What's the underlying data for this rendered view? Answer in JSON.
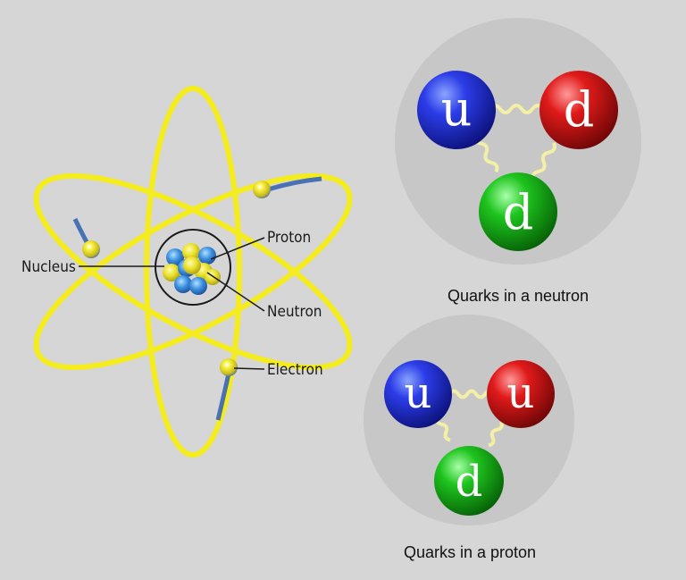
{
  "atom": {
    "labels": {
      "nucleus": "Nucleus",
      "proton": "Proton",
      "neutron": "Neutron",
      "electron": "Electron"
    }
  },
  "neutron_panel": {
    "quarks": [
      {
        "letter": "u",
        "color": "blue"
      },
      {
        "letter": "d",
        "color": "red"
      },
      {
        "letter": "d",
        "color": "green"
      }
    ],
    "caption": "Quarks in a neutron"
  },
  "proton_panel": {
    "quarks": [
      {
        "letter": "u",
        "color": "blue"
      },
      {
        "letter": "u",
        "color": "red"
      },
      {
        "letter": "d",
        "color": "green"
      }
    ],
    "caption": "Quarks in a proton"
  },
  "colors": {
    "background": "#d6d6d6",
    "orbit": "#f4ec1c",
    "circle_panel": "#c7c7c7",
    "gluon": "#f3efa6",
    "nucleon_blue": "#3a78c9",
    "nucleon_yellow": "#e8e02a"
  }
}
